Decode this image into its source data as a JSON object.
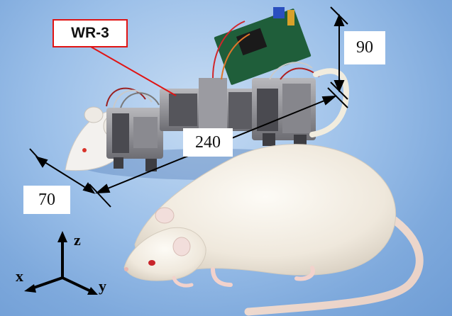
{
  "labels": {
    "robot_name": "WR-3",
    "height_dim": "90",
    "length_dim": "240",
    "head_dim": "70"
  },
  "axes": {
    "x": "x",
    "y": "y",
    "z": "z"
  },
  "colors": {
    "background": "#8fb5e4",
    "label_border": "#e01414",
    "arrow": "#000000",
    "rat_fur": "#f4efe6"
  }
}
